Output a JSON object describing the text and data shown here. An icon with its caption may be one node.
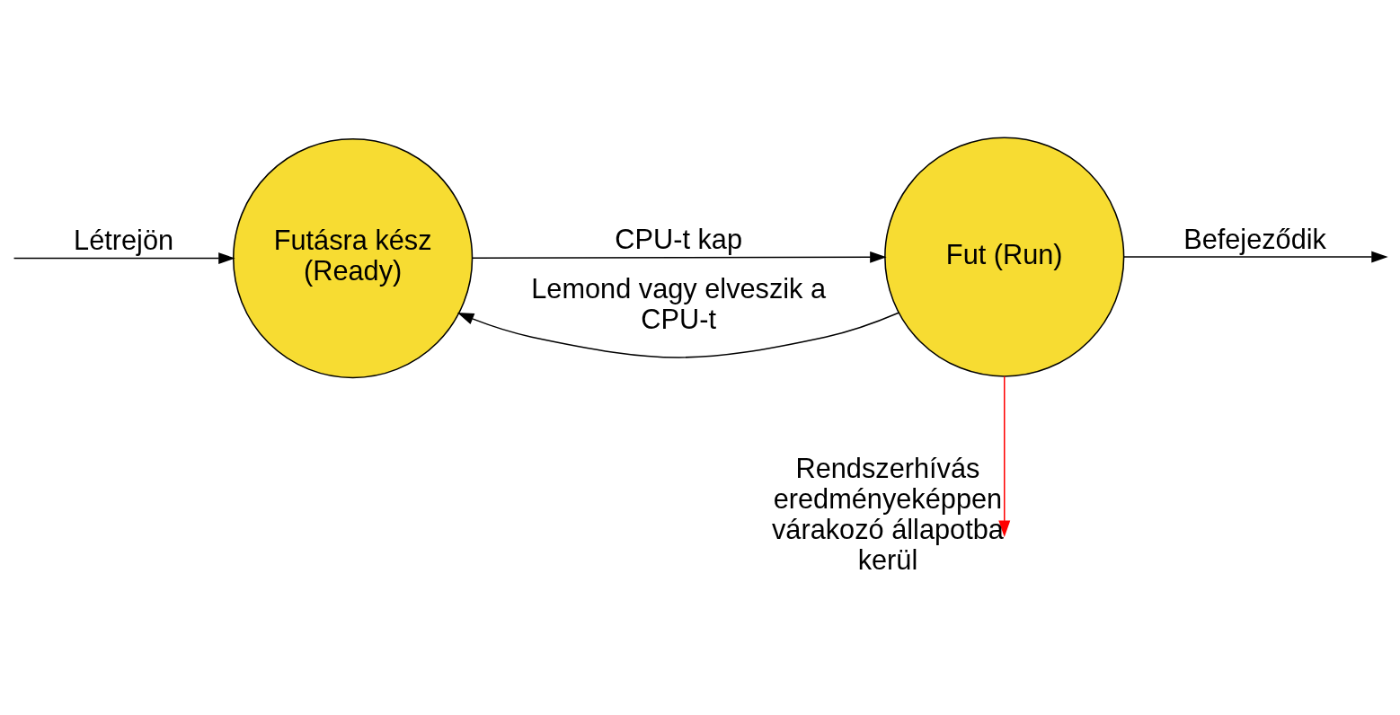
{
  "diagram": {
    "nodes": [
      {
        "text": [
          "Futásra kész (Ready)"
        ]
      },
      {
        "text": [
          "Fut (Run)"
        ]
      }
    ],
    "edges": [
      {
        "from": null,
        "to": 0,
        "arrow": "to",
        "label": "Létrejön"
      },
      {
        "from": 0,
        "to": 1,
        "arrow": "to",
        "label": "CPU-t kap"
      },
      {
        "from": 1,
        "to": 0,
        "arrow": "to",
        "label": "Lemond vagy elveszik a CPU-t"
      },
      {
        "from": 1,
        "to": null,
        "arrow": "to",
        "label": "Befejeződik"
      },
      {
        "from": 1,
        "to": null,
        "arrow": "to",
        "label": "Rendszerhívás eredményeképpen várakozó állapotba kerül",
        "color": "#ff0000"
      }
    ]
  }
}
